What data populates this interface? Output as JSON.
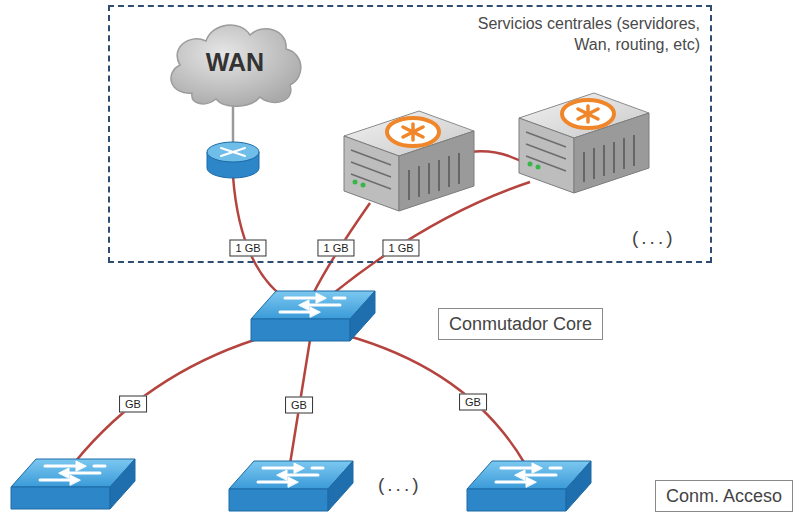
{
  "diagram": {
    "nodes": [
      {
        "text": [
          "Servicios centrales (servidores, Wan, routing, etc)"
        ]
      },
      {
        "text": [
          "WAN"
        ],
        "in": 0
      },
      {
        "text": [
          "1 GB"
        ],
        "in": 0
      },
      {
        "text": [
          "1 GB"
        ],
        "in": 0
      },
      {
        "text": [
          "1 GB"
        ],
        "in": 0
      },
      {
        "text": [
          "Conmutador Core"
        ]
      },
      {
        "text": [
          "GB"
        ]
      },
      {
        "text": [
          "GB"
        ]
      },
      {
        "text": [
          "GB"
        ]
      },
      {
        "text": [
          "Conm. Acceso"
        ]
      }
    ],
    "labels": [
      "(...)",
      "(...)"
    ]
  }
}
